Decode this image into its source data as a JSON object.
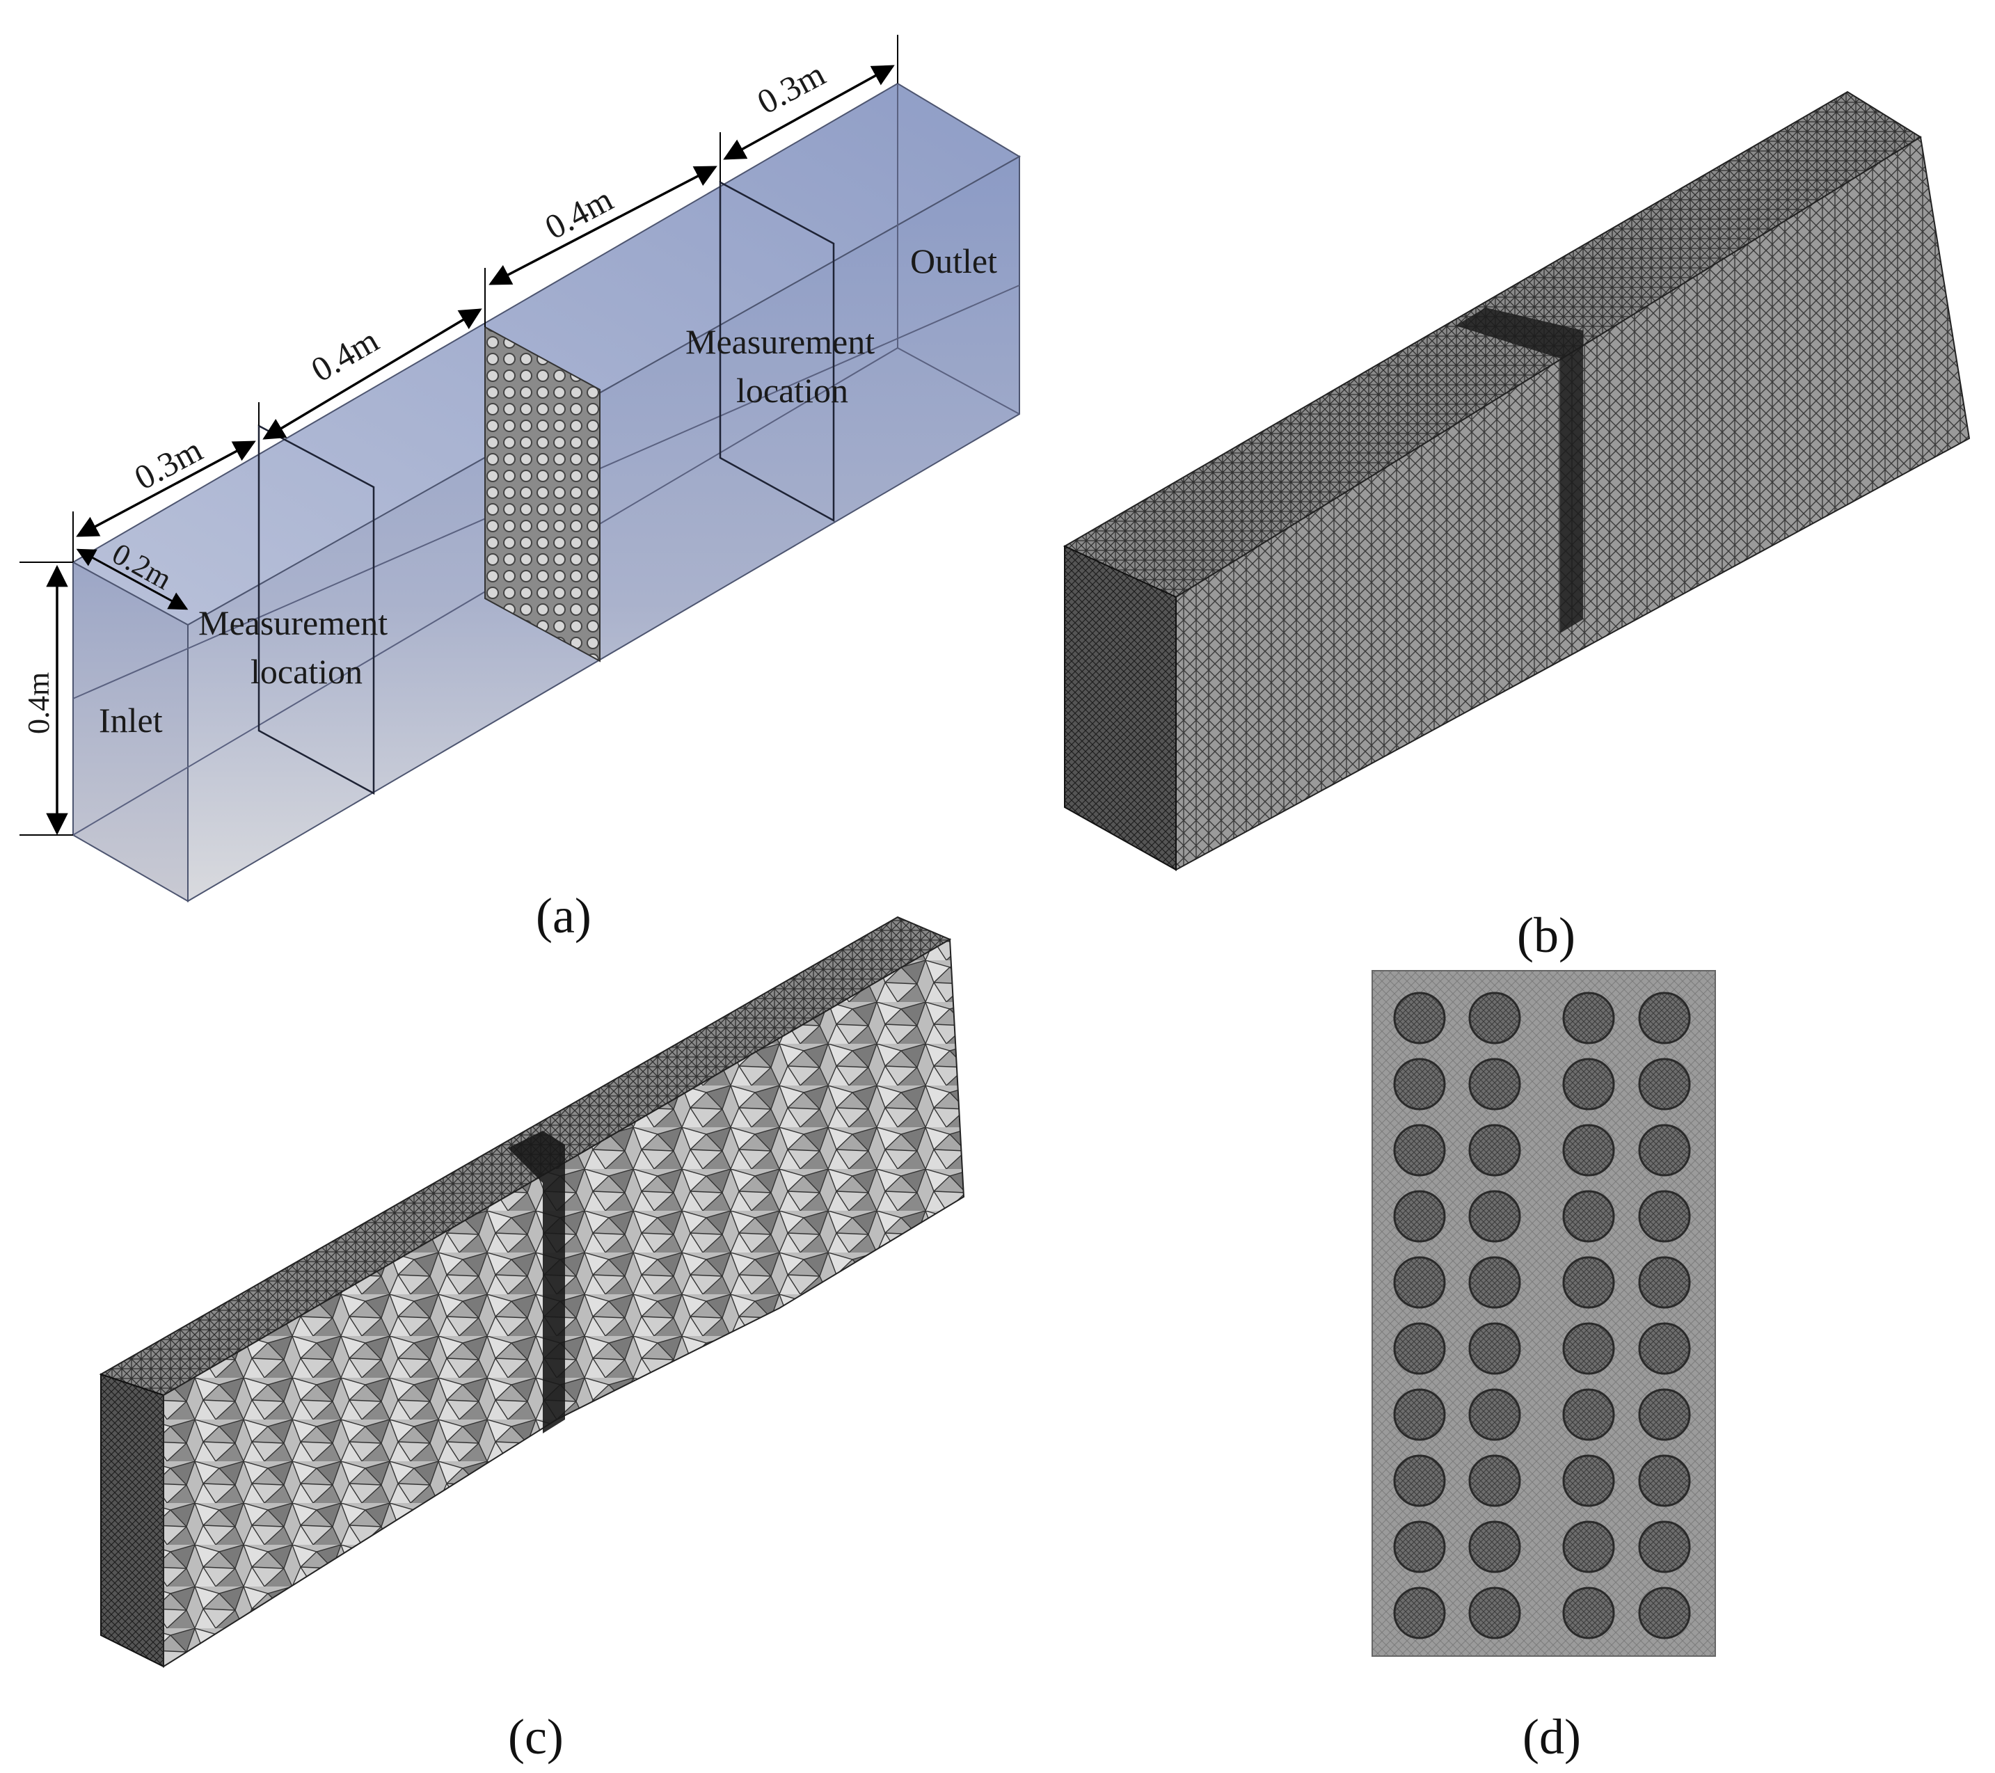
{
  "panel_a": {
    "caption": "(a)",
    "dimensions": {
      "height": "0.4m",
      "depth": "0.2m",
      "seg1": "0.3m",
      "seg2": "0.4m",
      "seg3": "0.4m",
      "seg4": "0.3m"
    },
    "labels": {
      "inlet": "Inlet",
      "outlet": "Outlet",
      "measurement_left_1": "Measurement",
      "measurement_left_2": "location",
      "measurement_right_1": "Measurement",
      "measurement_right_2": "location"
    },
    "colors": {
      "box_top": "#8e9cc4",
      "box_bottom": "#d6d7dd",
      "plate": "#7a7a7a"
    }
  },
  "panel_b": {
    "caption": "(b)",
    "colors": {
      "mesh_dark": "#3a3a3a",
      "mesh_light": "#8c8c8c"
    }
  },
  "panel_c": {
    "caption": "(c)",
    "colors": {
      "cell_light": "#c9c9c9",
      "cell_dark": "#6e6e6e"
    }
  },
  "panel_d": {
    "caption": "(d)",
    "grid": {
      "rows": 10,
      "columns": 4
    },
    "colors": {
      "background": "#9a9a9a",
      "hole": "#5a5a5a"
    }
  }
}
